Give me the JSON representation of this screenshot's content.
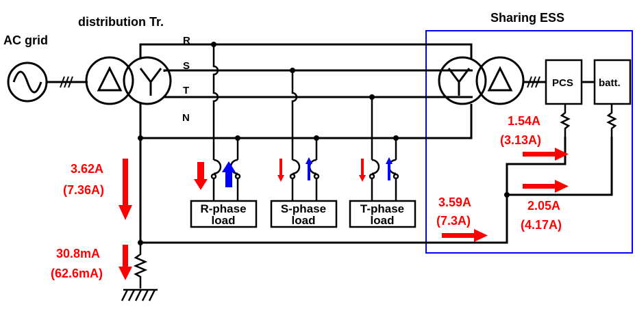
{
  "labels": {
    "ac_grid": "AC grid",
    "distribution_tr": "distribution Tr.",
    "sharing_ess": "Sharing ESS",
    "phase_r": "R",
    "phase_s": "S",
    "phase_t": "T",
    "neutral": "N",
    "pcs": "PCS",
    "batt": "batt.",
    "r_load_1": "R-phase",
    "r_load_2": "load",
    "s_load_1": "S-phase",
    "s_load_2": "load",
    "t_load_1": "T-phase",
    "t_load_2": "load"
  },
  "currents": {
    "neutral_line": {
      "value": "3.62A",
      "alt": "(7.36A)"
    },
    "ground": {
      "value": "30.8mA",
      "alt": "(62.6mA)"
    },
    "pcs": {
      "value": "1.54A",
      "alt": "(3.13A)"
    },
    "ess_return": {
      "value": "3.59A",
      "alt": "(7.3A)"
    },
    "battery": {
      "value": "2.05A",
      "alt": "(4.17A)"
    }
  },
  "colors": {
    "current": "#ff0000",
    "reverse_current": "#0000ff",
    "ess_border": "#0000ff",
    "wire": "#000000"
  }
}
